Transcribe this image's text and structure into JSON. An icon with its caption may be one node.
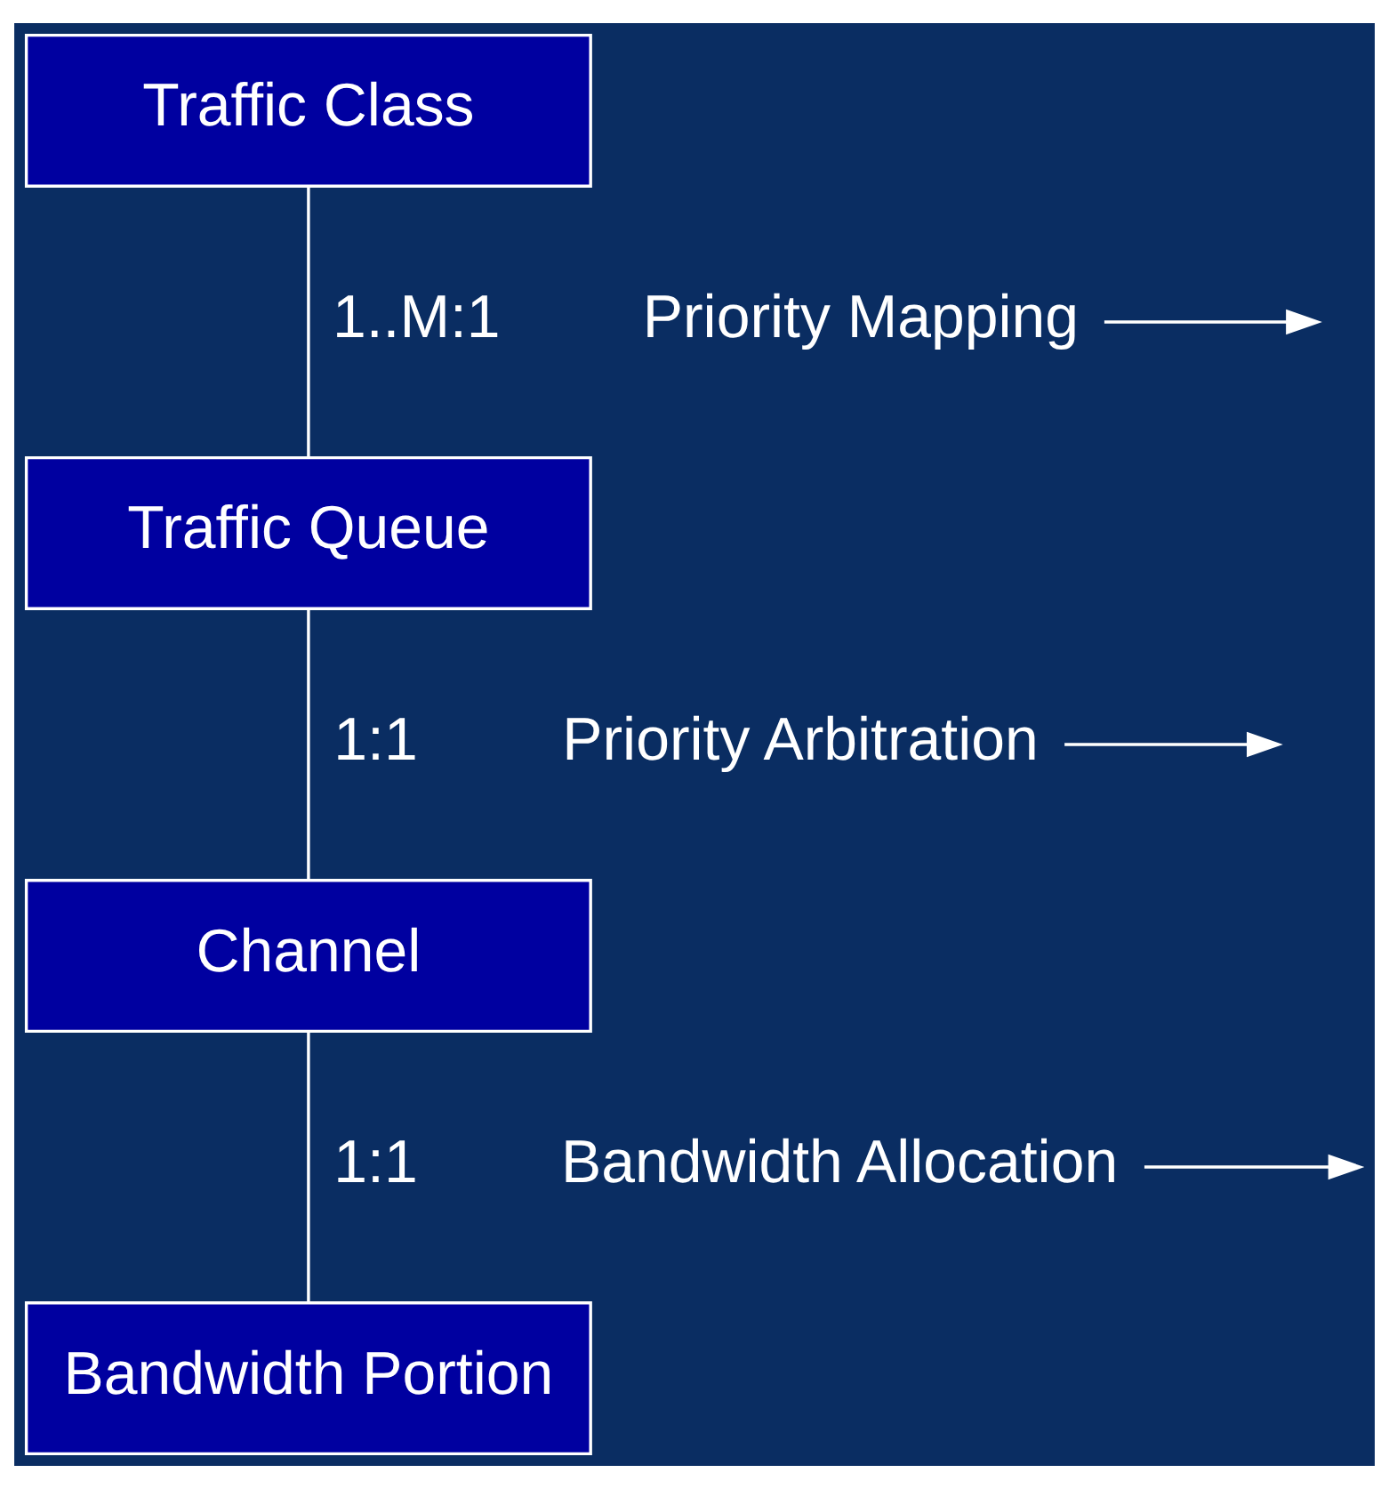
{
  "diagram": {
    "nodes": [
      {
        "text": [
          "Traffic Class"
        ]
      },
      {
        "text": [
          "Traffic Queue"
        ]
      },
      {
        "text": [
          "Channel"
        ]
      },
      {
        "text": [
          "Bandwidth Portion"
        ]
      },
      {
        "text": [
          "Priority Mapping"
        ]
      },
      {
        "text": [
          "Priority Arbitration"
        ]
      },
      {
        "text": [
          "Bandwidth Allocation"
        ]
      }
    ],
    "edges": [
      {
        "from": 0,
        "to": 1,
        "arrow": "none",
        "label": "1..M:1"
      },
      {
        "from": 1,
        "to": 2,
        "arrow": "none",
        "label": "1:1"
      },
      {
        "from": 2,
        "to": 3,
        "arrow": "none",
        "label": "1:1"
      },
      {
        "from": 4,
        "to": null,
        "arrow": "to"
      },
      {
        "from": 5,
        "to": null,
        "arrow": "to"
      },
      {
        "from": 6,
        "to": null,
        "arrow": "to"
      }
    ]
  }
}
